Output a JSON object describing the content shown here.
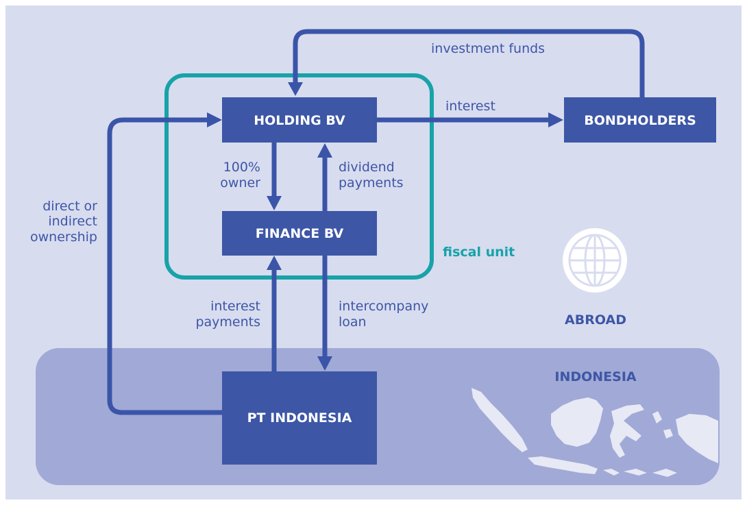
{
  "colors": {
    "page_background": "#ffffff",
    "diagram_background": "#d8dcef",
    "indonesia_region": "#a1a9d6",
    "box_fill": "#3d56a6",
    "arrow": "#3a55a8",
    "fiscal_unit_border": "#17a3a8",
    "label_text": "#3d56a6",
    "box_text": "#ffffff"
  },
  "nodes": {
    "holding": "HOLDING BV",
    "finance": "FINANCE BV",
    "bondholders": "BONDHOLDERS",
    "pt_indonesia": "PT INDONESIA"
  },
  "edge_labels": {
    "investment_funds": "investment funds",
    "interest": "interest",
    "owner_line1": "100%",
    "owner_line2": "owner",
    "dividend_line1": "dividend",
    "dividend_line2": "payments",
    "ownership_line1": "direct or",
    "ownership_line2": "indirect",
    "ownership_line3": "ownership",
    "interest_payments_line1": "interest",
    "interest_payments_line2": "payments",
    "intercompany_line1": "intercompany",
    "intercompany_line2": "loan"
  },
  "groups": {
    "fiscal_unit": "fiscal unit"
  },
  "regions": {
    "abroad": "ABROAD",
    "indonesia": "INDONESIA"
  },
  "icons": {
    "globe": "globe-icon",
    "indonesia_map": "indonesia-map-icon"
  }
}
